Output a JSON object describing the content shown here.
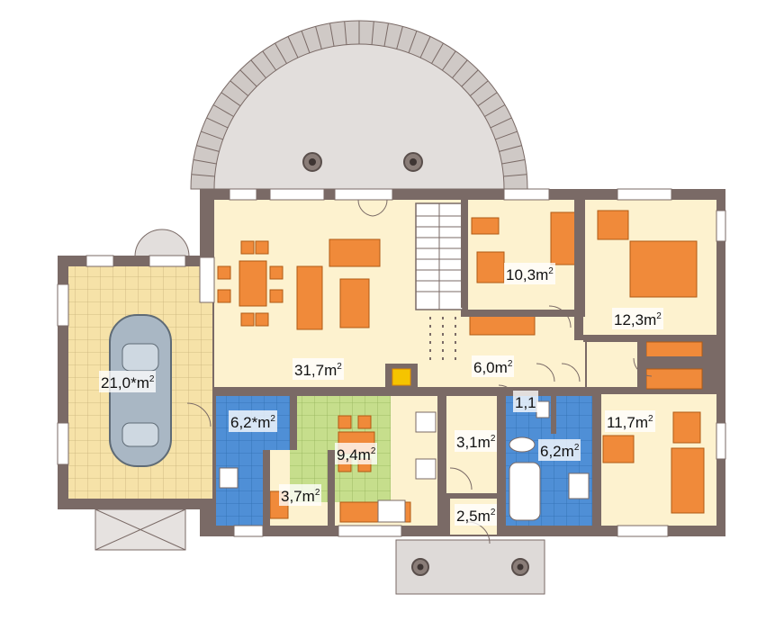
{
  "colors": {
    "wall": "#7a6a66",
    "living": "#fdf2cf",
    "garage": "#f6e2a8",
    "bath": "#4f8fd6",
    "kitchen": "#c6de8c",
    "furniture": "#f08a3a",
    "terrace": "#d4cfcc"
  },
  "rooms": [
    {
      "name": "living-room",
      "area": "31,7",
      "unit": "m",
      "exp": "2"
    },
    {
      "name": "garage",
      "area": "21,0*",
      "unit": "m",
      "exp": "2"
    },
    {
      "name": "bedroom-small",
      "area": "10,3",
      "unit": "m",
      "exp": "2"
    },
    {
      "name": "bedroom-main",
      "area": "12,3",
      "unit": "m",
      "exp": "2"
    },
    {
      "name": "hall",
      "area": "6,0",
      "unit": "m",
      "exp": "2"
    },
    {
      "name": "wc",
      "area": "1,1",
      "unit": "",
      "exp": ""
    },
    {
      "name": "bedroom-third",
      "area": "11,7",
      "unit": "m",
      "exp": "2"
    },
    {
      "name": "utility",
      "area": "6,2*",
      "unit": "m",
      "exp": "2"
    },
    {
      "name": "dining-kitchen",
      "area": "9,4",
      "unit": "m",
      "exp": "2"
    },
    {
      "name": "corridor",
      "area": "3,1",
      "unit": "m",
      "exp": "2"
    },
    {
      "name": "bathroom",
      "area": "6,2",
      "unit": "m",
      "exp": "2"
    },
    {
      "name": "pantry",
      "area": "3,7",
      "unit": "m",
      "exp": "2"
    },
    {
      "name": "vestibule",
      "area": "2,5",
      "unit": "m",
      "exp": "2"
    }
  ]
}
